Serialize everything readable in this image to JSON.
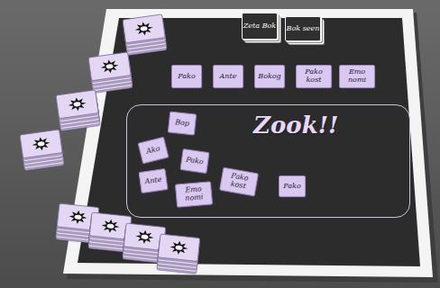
{
  "diagram": {
    "nodes": [
      {
        "text": [
          "Zeta Bok"
        ]
      },
      {
        "text": [
          "Bok seen"
        ]
      },
      {
        "text": [
          "Pako"
        ]
      },
      {
        "text": [
          "Ante"
        ]
      },
      {
        "text": [
          "Bokog"
        ]
      },
      {
        "text": [
          "Pako kost"
        ]
      },
      {
        "text": [
          "Emo nomi"
        ]
      },
      {
        "text": [
          "Zook!!"
        ]
      },
      {
        "text": [
          "Bop"
        ],
        "in": 7
      },
      {
        "text": [
          "Ako"
        ],
        "in": 7
      },
      {
        "text": [
          "Ante"
        ],
        "in": 7
      },
      {
        "text": [
          "Pako"
        ],
        "in": 7
      },
      {
        "text": [
          "Emo nomi"
        ],
        "in": 7
      },
      {
        "text": [
          "Pako kost"
        ],
        "in": 7
      },
      {
        "text": [
          "Pako"
        ],
        "in": 7
      }
    ]
  }
}
